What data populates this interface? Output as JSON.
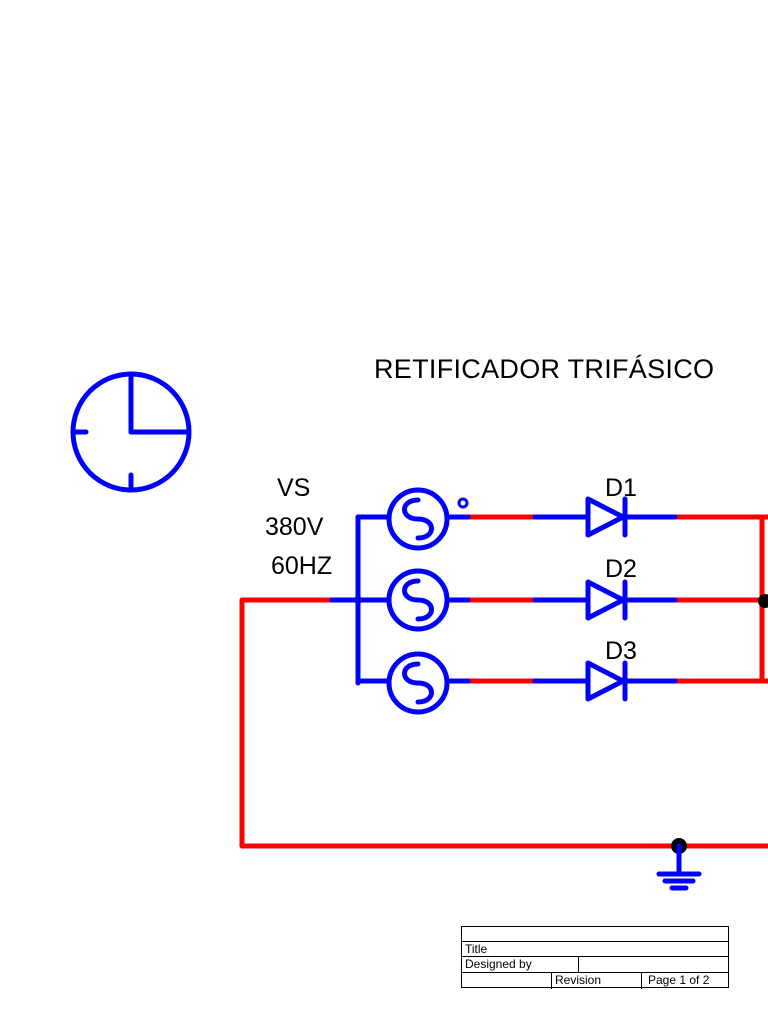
{
  "diagram": {
    "title": "RETIFICADOR TRIFÁSICO",
    "source": {
      "name": "VS",
      "voltage": "380V",
      "frequency": "60HZ"
    },
    "diodes": [
      "D1",
      "D2",
      "D3"
    ],
    "colors": {
      "component": "#0000ff",
      "wire": "#ff0000",
      "node": "#000000"
    },
    "icons": [
      "clock-icon",
      "ac-source-icon",
      "diode-icon",
      "ground-icon"
    ]
  },
  "title_block": {
    "title_label": "Title",
    "designed_by_label": "Designed by",
    "revision_label": "Revision",
    "page_label": "Page 1 of 2"
  }
}
